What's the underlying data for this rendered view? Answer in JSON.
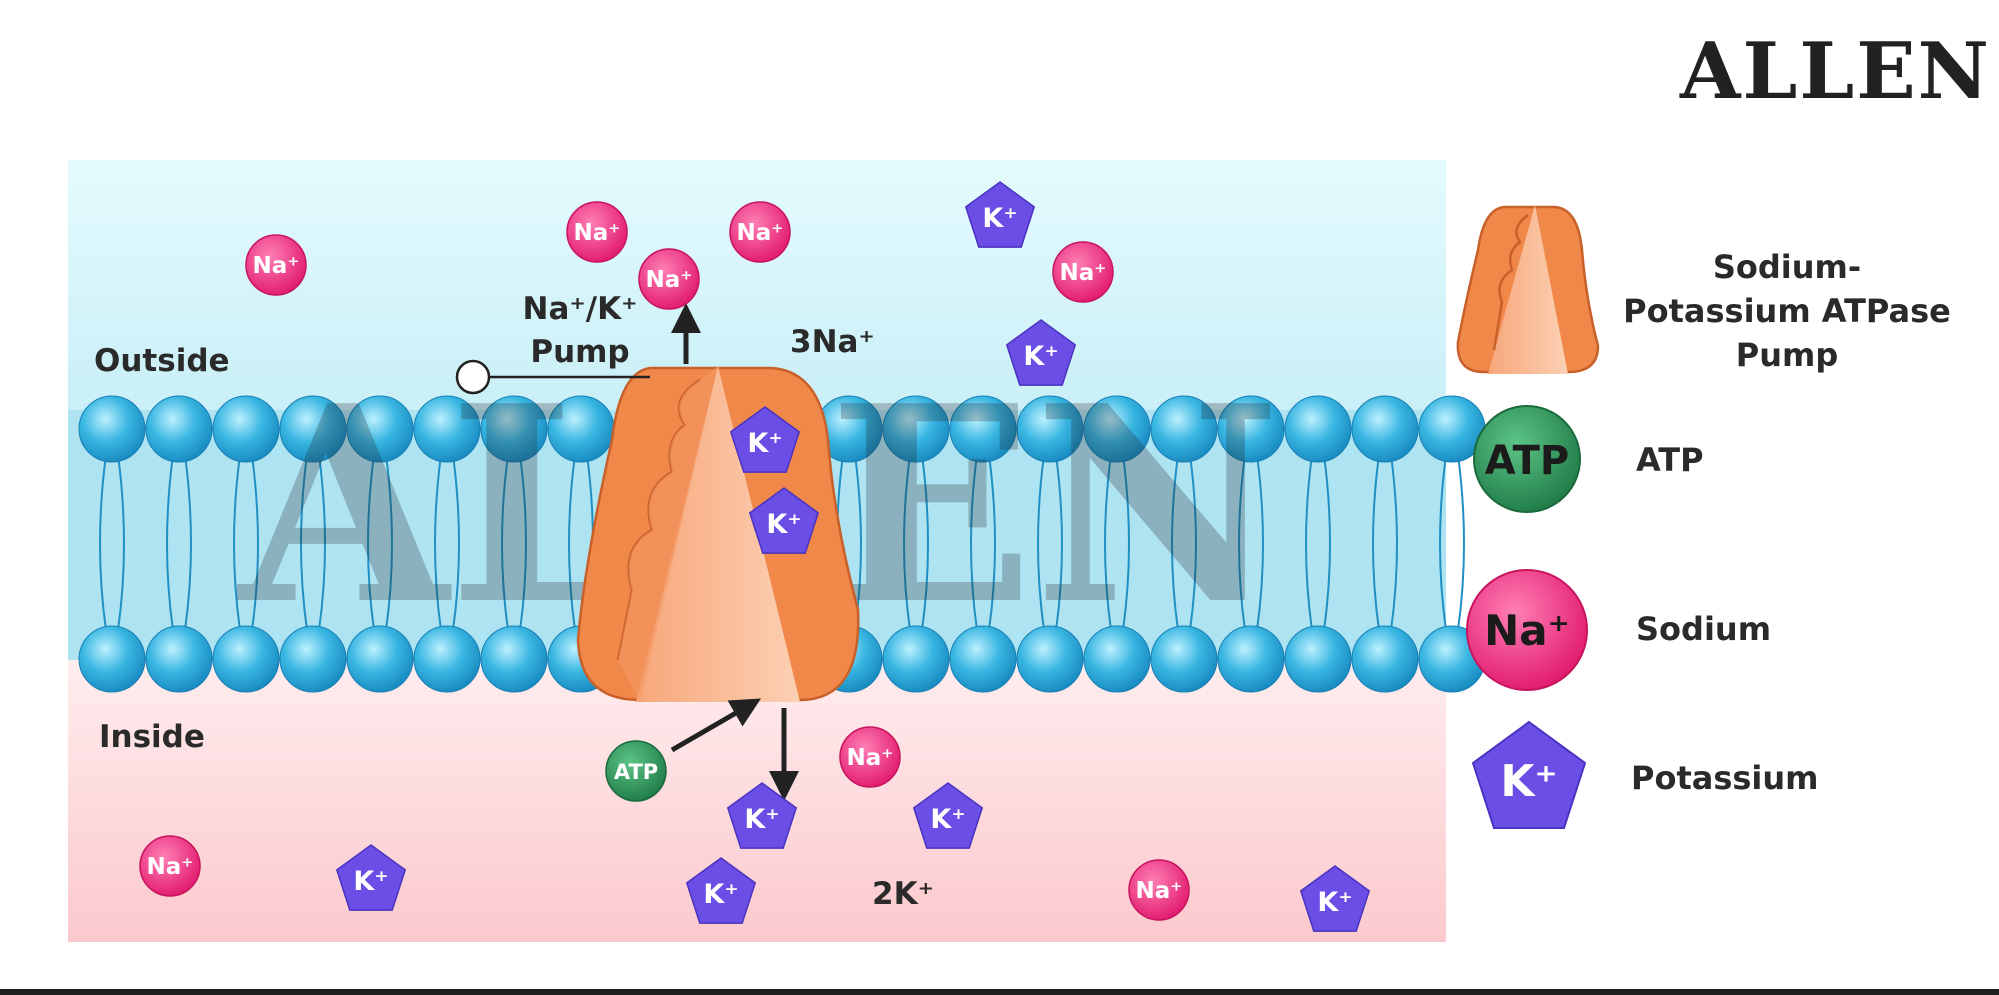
{
  "brand": {
    "name": "ALLEN"
  },
  "diagram": {
    "labels": {
      "outside": "Outside",
      "inside": "Inside",
      "pump_line1": "Na⁺/K⁺",
      "pump_line2": "Pump",
      "three_na": "3Na⁺",
      "two_k": "2K⁺"
    },
    "ion_text": {
      "sodium": "Na⁺",
      "potassium": "K⁺",
      "atp": "ATP"
    }
  },
  "legend": {
    "pump_line1": "Sodium-",
    "pump_line2": "Potassium ATPase",
    "pump_line3": "Pump",
    "atp": "ATP",
    "sodium": "Sodium",
    "potassium": "Potassium"
  },
  "colors": {
    "sodium": "#e8287a",
    "potassium": "#6a4ee6",
    "atp": "#2f8a55",
    "pump_dark": "#f0884a",
    "pump_light": "#f9b48c",
    "bilayer_head": "#2fa9d6",
    "outside_bg": "#dff7fb",
    "inside_bg": "#fddde1"
  }
}
